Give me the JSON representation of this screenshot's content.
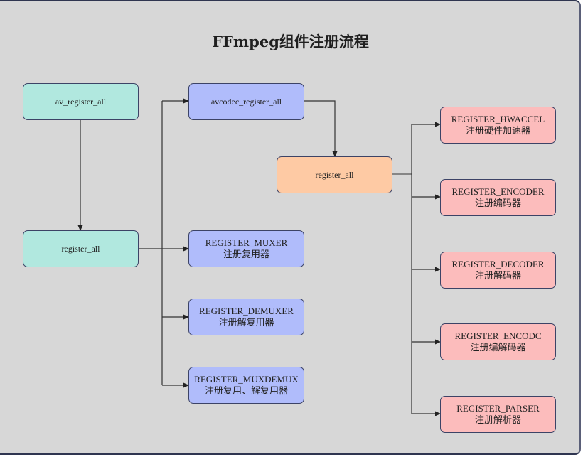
{
  "title": "FFmpeg组件注册流程",
  "colors": {
    "background": "#d7d7d7",
    "teal_node": "#b1e8df",
    "blue_node": "#b0bcfb",
    "orange_node": "#fecaa4",
    "pink_node": "#fcbcbc",
    "line": "#222222"
  },
  "nodes": {
    "av_register_all": {
      "label": "av_register_all"
    },
    "register_all_left": {
      "label": "register_all"
    },
    "avcodec_register_all": {
      "label": "avcodec_register_all"
    },
    "register_muxer": {
      "label": "REGISTER_MUXER",
      "sublabel": "注册复用器"
    },
    "register_demuxer": {
      "label": "REGISTER_DEMUXER",
      "sublabel": "注册解复用器"
    },
    "register_muxdemux": {
      "label": "REGISTER_MUXDEMUX",
      "sublabel": "注册复用、解复用器"
    },
    "register_all_codec": {
      "label": "register_all"
    },
    "register_hwaccel": {
      "label": "REGISTER_HWACCEL",
      "sublabel": "注册硬件加速器"
    },
    "register_encoder": {
      "label": "REGISTER_ENCODER",
      "sublabel": "注册编码器"
    },
    "register_decoder": {
      "label": "REGISTER_DECODER",
      "sublabel": "注册解码器"
    },
    "register_encodc": {
      "label": "REGISTER_ENCODC",
      "sublabel": "注册编解码器"
    },
    "register_parser": {
      "label": "REGISTER_PARSER",
      "sublabel": "注册解析器"
    }
  },
  "edges": [
    {
      "from": "av_register_all",
      "to": "register_all_left"
    },
    {
      "from": "register_all_left",
      "to": "avcodec_register_all"
    },
    {
      "from": "register_all_left",
      "to": "register_muxer"
    },
    {
      "from": "register_all_left",
      "to": "register_demuxer"
    },
    {
      "from": "register_all_left",
      "to": "register_muxdemux"
    },
    {
      "from": "avcodec_register_all",
      "to": "register_all_codec"
    },
    {
      "from": "register_all_codec",
      "to": "register_hwaccel"
    },
    {
      "from": "register_all_codec",
      "to": "register_encoder"
    },
    {
      "from": "register_all_codec",
      "to": "register_decoder"
    },
    {
      "from": "register_all_codec",
      "to": "register_encodc"
    },
    {
      "from": "register_all_codec",
      "to": "register_parser"
    }
  ]
}
